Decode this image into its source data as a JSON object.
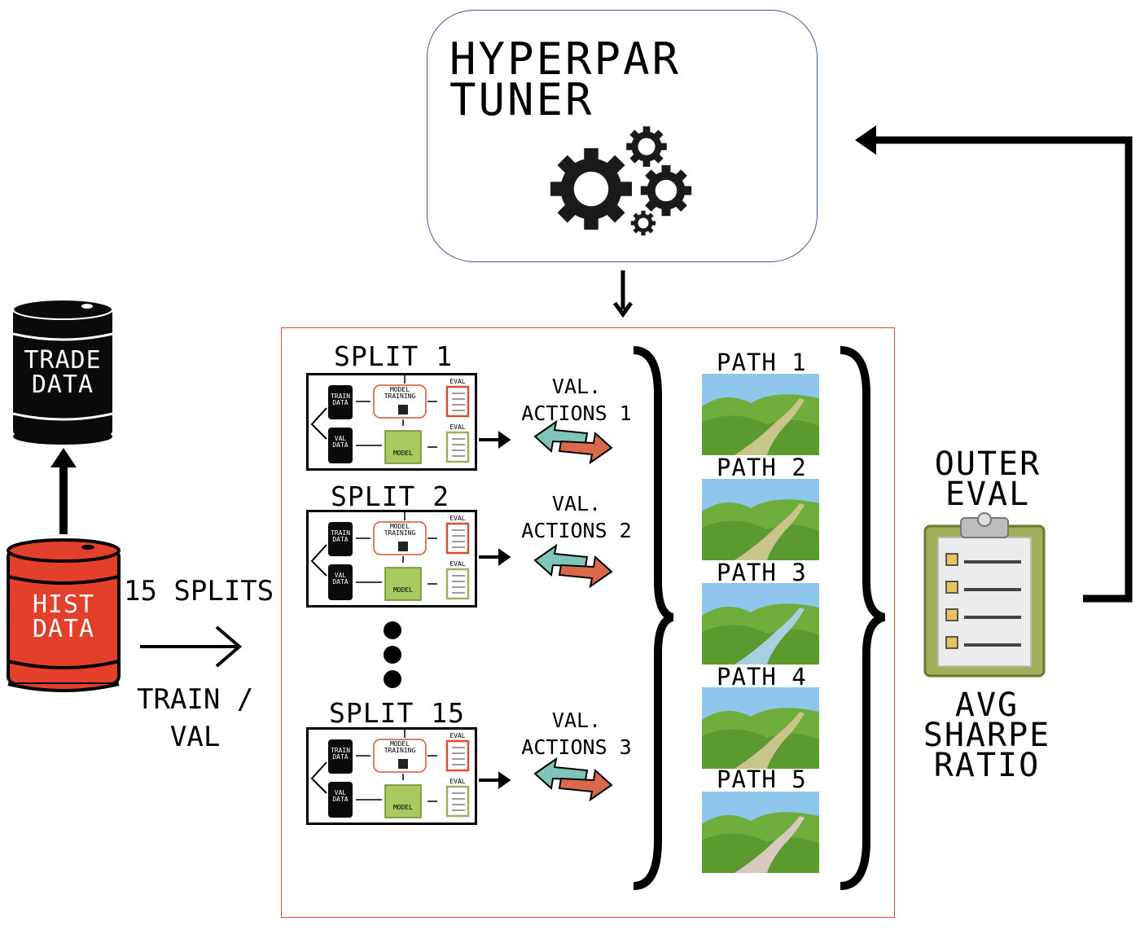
{
  "tuner": {
    "line1": "HYPERPAR",
    "line2": "TUNER",
    "icon": "gears-icon"
  },
  "trade_data": {
    "line1": "TRADE",
    "line2": "DATA"
  },
  "hist_data": {
    "line1": "HIST",
    "line2": "DATA"
  },
  "splits_arrow": {
    "top": "15 SPLITS",
    "bottom1": "TRAIN /",
    "bottom2": "VAL"
  },
  "splits": [
    {
      "title": "SPLIT 1",
      "val1": "VAL.",
      "val2": "ACTIONS 1"
    },
    {
      "title": "SPLIT 2",
      "val1": "VAL.",
      "val2": "ACTIONS 2"
    },
    {
      "title": "SPLIT 15",
      "val1": "VAL.",
      "val2": "ACTIONS 3"
    }
  ],
  "mini": {
    "train": "TRAIN",
    "train2": "DATA",
    "val": "VAL",
    "val2": "DATA",
    "model_training": "MODEL",
    "model_training2": "TRAINING",
    "model": "MODEL",
    "eval": "EVAL"
  },
  "paths": [
    "PATH 1",
    "PATH 2",
    "PATH 3",
    "PATH 4",
    "PATH 5"
  ],
  "outer_eval": {
    "line1": "OUTER",
    "line2": "EVAL"
  },
  "avg": {
    "line1": "AVG",
    "line2": "SHARPE",
    "line3": "RATIO"
  },
  "colors": {
    "barrel_black": "#0a0a0a",
    "barrel_red": "#e2402a",
    "frame_red": "#d9502f",
    "tuner_border": "#3b5f8a",
    "sky": "#8ec5ea",
    "hill": "#6fae3c",
    "clipboard": "#9fb05a"
  }
}
